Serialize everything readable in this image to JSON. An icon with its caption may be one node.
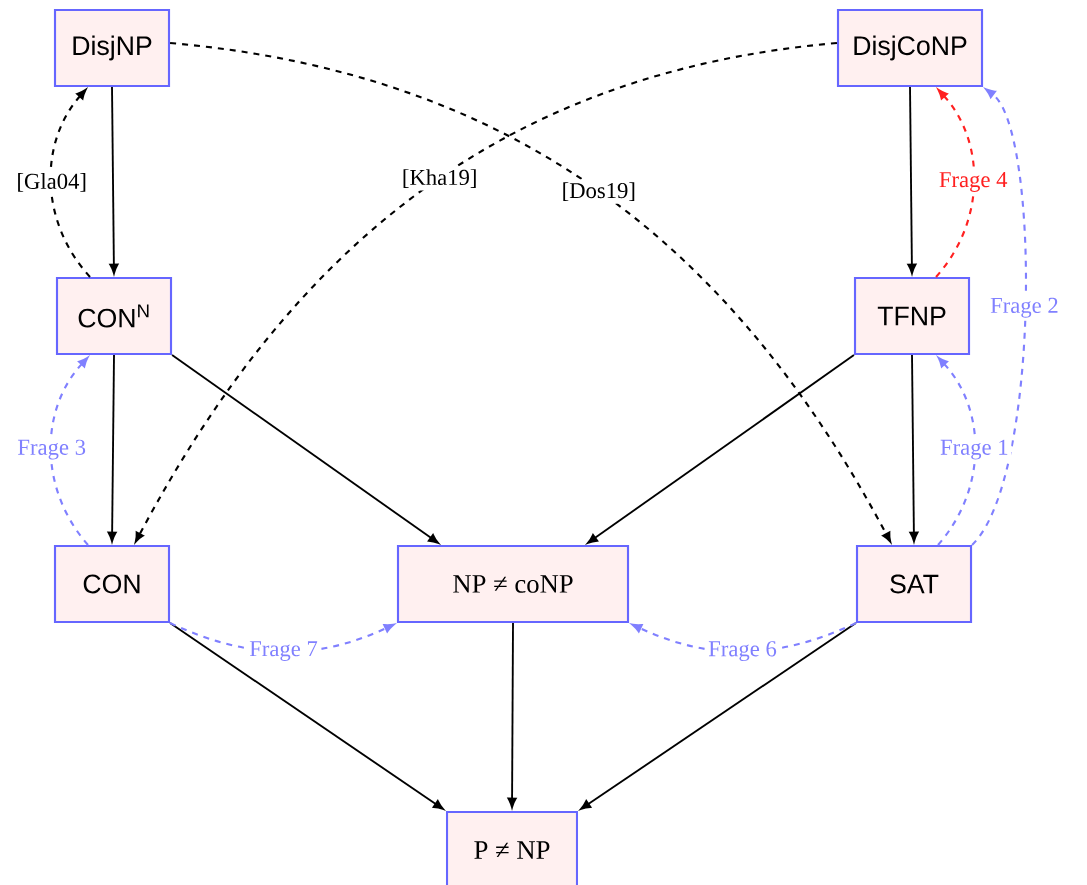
{
  "diagram": {
    "nodes": [
      {
        "text": [
          "DisjNP"
        ]
      },
      {
        "text": [
          "DisjCoNP"
        ]
      },
      {
        "text": [
          "CON$^{N}$"
        ]
      },
      {
        "text": [
          "TFNP"
        ]
      },
      {
        "text": [
          "CON"
        ]
      },
      {
        "text": [
          "NP ≠ coNP"
        ]
      },
      {
        "text": [
          "SAT"
        ]
      },
      {
        "text": [
          "P ≠ NP"
        ]
      }
    ],
    "edges": [
      {
        "from": 0,
        "to": 2,
        "arrow": "to"
      },
      {
        "from": 2,
        "to": 4,
        "arrow": "to"
      },
      {
        "from": 1,
        "to": 3,
        "arrow": "to"
      },
      {
        "from": 3,
        "to": 6,
        "arrow": "to"
      },
      {
        "from": 2,
        "to": 5,
        "arrow": "to"
      },
      {
        "from": 3,
        "to": 5,
        "arrow": "to"
      },
      {
        "from": 4,
        "to": 7,
        "arrow": "to"
      },
      {
        "from": 5,
        "to": 7,
        "arrow": "to"
      },
      {
        "from": 6,
        "to": 7,
        "arrow": "to"
      },
      {
        "from": 2,
        "to": 0,
        "arrow": "to",
        "style": "dashed",
        "label": "[Gla04]"
      },
      {
        "from": 1,
        "to": 4,
        "arrow": "to",
        "style": "dashed",
        "label": "[Kha19]"
      },
      {
        "from": 0,
        "to": 6,
        "arrow": "to",
        "style": "dashed",
        "label": "[Dos19]"
      },
      {
        "from": 4,
        "to": 2,
        "arrow": "to",
        "style": "dashed",
        "color": "#8080ff",
        "label": "Frage 3"
      },
      {
        "from": 3,
        "to": 1,
        "arrow": "to",
        "style": "dashed",
        "color": "#ff2020",
        "label": "Frage 4"
      },
      {
        "from": 6,
        "to": 3,
        "arrow": "to",
        "style": "dashed",
        "color": "#8080ff",
        "label": "Frage 1"
      },
      {
        "from": 6,
        "to": 1,
        "arrow": "to",
        "style": "dashed",
        "color": "#8080ff",
        "label": "Frage 2"
      },
      {
        "from": 4,
        "to": 5,
        "arrow": "to",
        "style": "dashed",
        "color": "#8080ff",
        "label": "Frage 7"
      },
      {
        "from": 6,
        "to": 5,
        "arrow": "to",
        "style": "dashed",
        "color": "#8080ff",
        "label": "Frage 6"
      }
    ]
  }
}
